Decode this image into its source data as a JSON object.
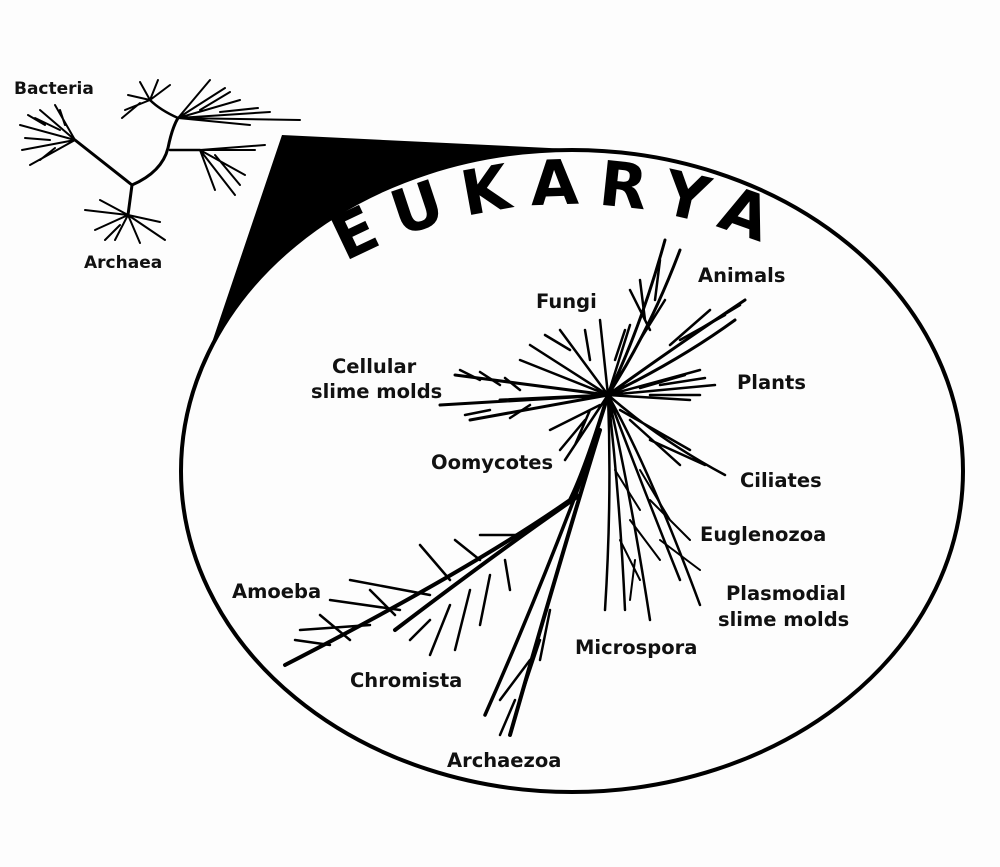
{
  "title": "EUKARYA",
  "inset_labels": {
    "bacteria": "Bacteria",
    "archaea": "Archaea"
  },
  "groups": {
    "animals": "Animals",
    "fungi": "Fungi",
    "cellular_1": "Cellular",
    "cellular_2": "slime molds",
    "plants": "Plants",
    "oomycotes": "Oomycotes",
    "ciliates": "Ciliates",
    "euglenozoa": "Euglenozoa",
    "plasmodial_1": "Plasmodial",
    "plasmodial_2": "slime molds",
    "amoeba": "Amoeba",
    "microspora": "Microspora",
    "chromista": "Chromista",
    "archaezoa": "Archaezoa"
  },
  "colors": {
    "ink": "#000000",
    "paper": "#fdfdfd"
  }
}
